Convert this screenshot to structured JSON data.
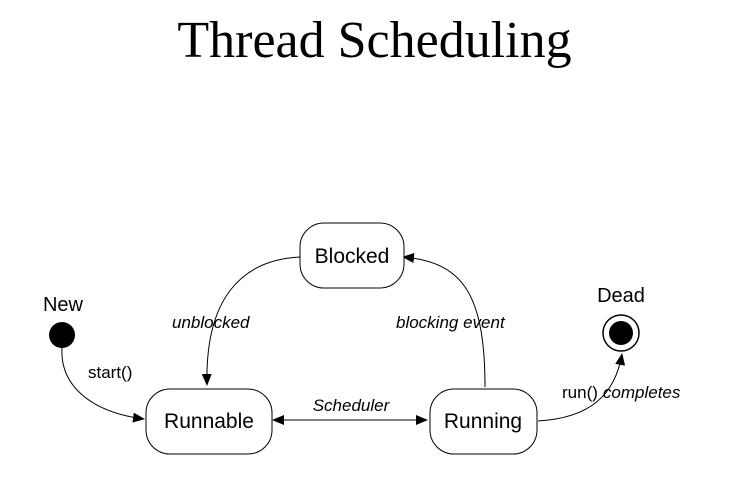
{
  "title": "Thread Scheduling",
  "states": {
    "blocked": "Blocked",
    "runnable": "Runnable",
    "running": "Running",
    "new": "New",
    "dead": "Dead"
  },
  "transitions": {
    "start": "start()",
    "unblocked": "unblocked",
    "blocking_event": "blocking event",
    "scheduler": "Scheduler",
    "run_prefix": "run()",
    "run_suffix": "completes"
  }
}
